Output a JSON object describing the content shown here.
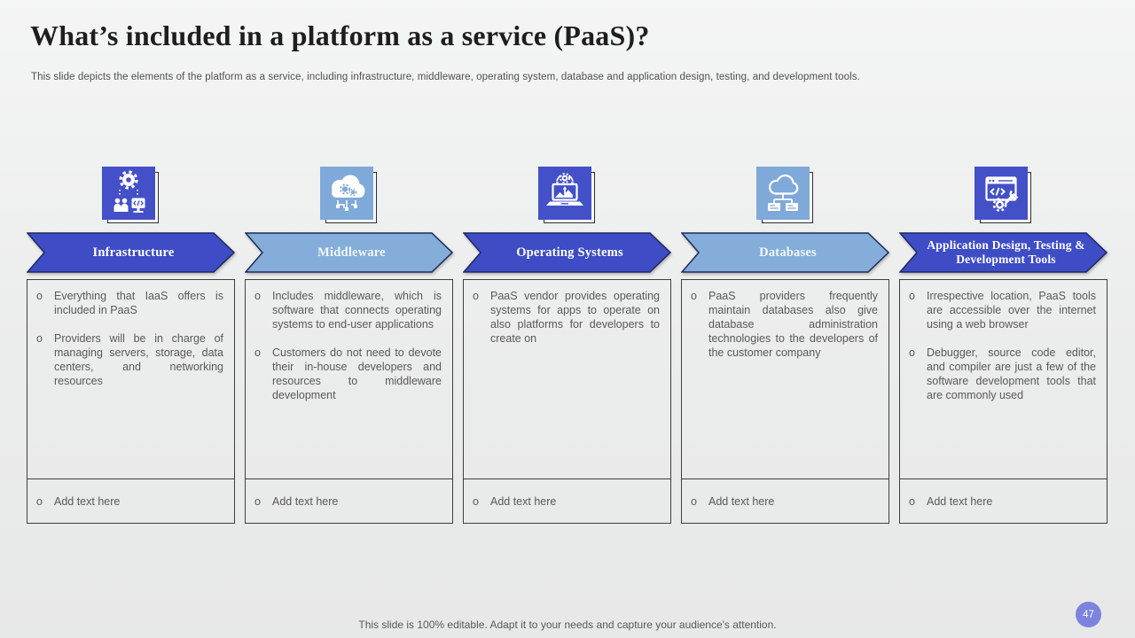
{
  "slide": {
    "title": "What’s included in a platform as a service (PaaS)?",
    "subtitle": "This slide depicts the elements of the platform as a service, including infrastructure, middleware, operating system, database and application design, testing, and development tools.",
    "footer_note": "This slide is 100% editable. Adapt it to your needs and capture your audience's attention.",
    "page_number": "47"
  },
  "colors": {
    "arrow_blue": "#3E4CC6",
    "arrow_light_blue": "#84AED9",
    "arrow_border": "#1F2A5E",
    "tile_blue": "#4350C8",
    "tile_light_blue": "#7FA9D8",
    "box_border": "#3F3F3F",
    "body_text": "#595959",
    "page_badge": "#7C84DD"
  },
  "bullet_marker": "o",
  "columns": [
    {
      "id": "infrastructure",
      "icon": "infrastructure-icon",
      "variant": "blue",
      "header": "Infrastructure",
      "bullets": [
        "Everything that IaaS offers is included in PaaS",
        "Providers will be in charge of managing servers, storage, data centers, and networking resources"
      ],
      "placeholder": "Add text here"
    },
    {
      "id": "middleware",
      "icon": "middleware-cloud-icon",
      "variant": "light",
      "header": "Middleware",
      "bullets": [
        "Includes middleware, which is software that connects operating systems to end-user applications",
        "Customers do not need to devote their in-house developers and resources to middleware development"
      ],
      "placeholder": "Add text here"
    },
    {
      "id": "operating-systems",
      "icon": "operating-system-laptop-icon",
      "variant": "blue",
      "header": "Operating Systems",
      "bullets": [
        "PaaS vendor provides operating systems for apps to operate on also platforms for developers to create on"
      ],
      "placeholder": "Add text here"
    },
    {
      "id": "databases",
      "icon": "database-network-cloud-icon",
      "variant": "light",
      "header": "Databases",
      "bullets": [
        "PaaS providers frequently maintain databases also give database administration technologies to the developers of the customer company"
      ],
      "placeholder": "Add text here"
    },
    {
      "id": "application-design",
      "icon": "app-development-tools-icon",
      "variant": "blue",
      "header": "Application Design, Testing & Development Tools",
      "bullets": [
        "Irrespective location, PaaS tools are accessible over the internet using a web browser",
        "Debugger, source code editor, and compiler are just a few of the software development tools that are commonly used"
      ],
      "placeholder": "Add text here"
    }
  ]
}
